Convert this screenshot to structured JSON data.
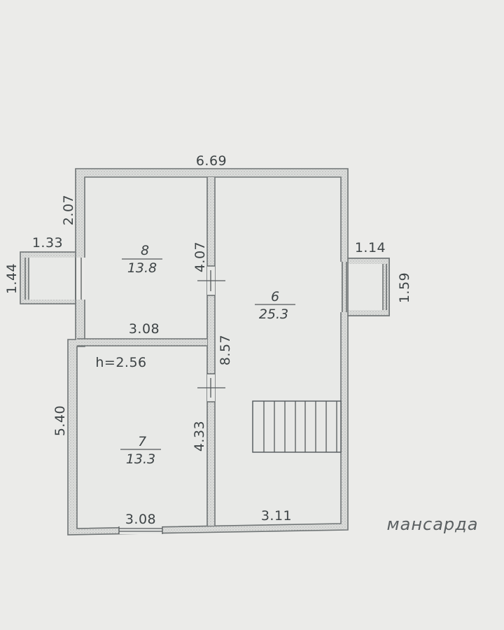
{
  "overall": {
    "top_width": "6.69",
    "left_upper_height": "2.07",
    "left_lower_height": "5.40",
    "center_height": "8.57"
  },
  "bays": {
    "left_width": "1.33",
    "left_depth": "1.44",
    "right_width": "1.14",
    "right_depth": "1.59"
  },
  "rooms": [
    {
      "number": "8",
      "area": "13.8",
      "wall_height": "4.07",
      "width": "3.08"
    },
    {
      "number": "6",
      "area": "25.3",
      "bottom_width": "3.11"
    },
    {
      "number": "7",
      "area": "13.3",
      "wall_height": "4.33",
      "bottom_width": "3.08"
    }
  ],
  "ceiling_height_label": "h=2.56",
  "caption": "мансарда"
}
